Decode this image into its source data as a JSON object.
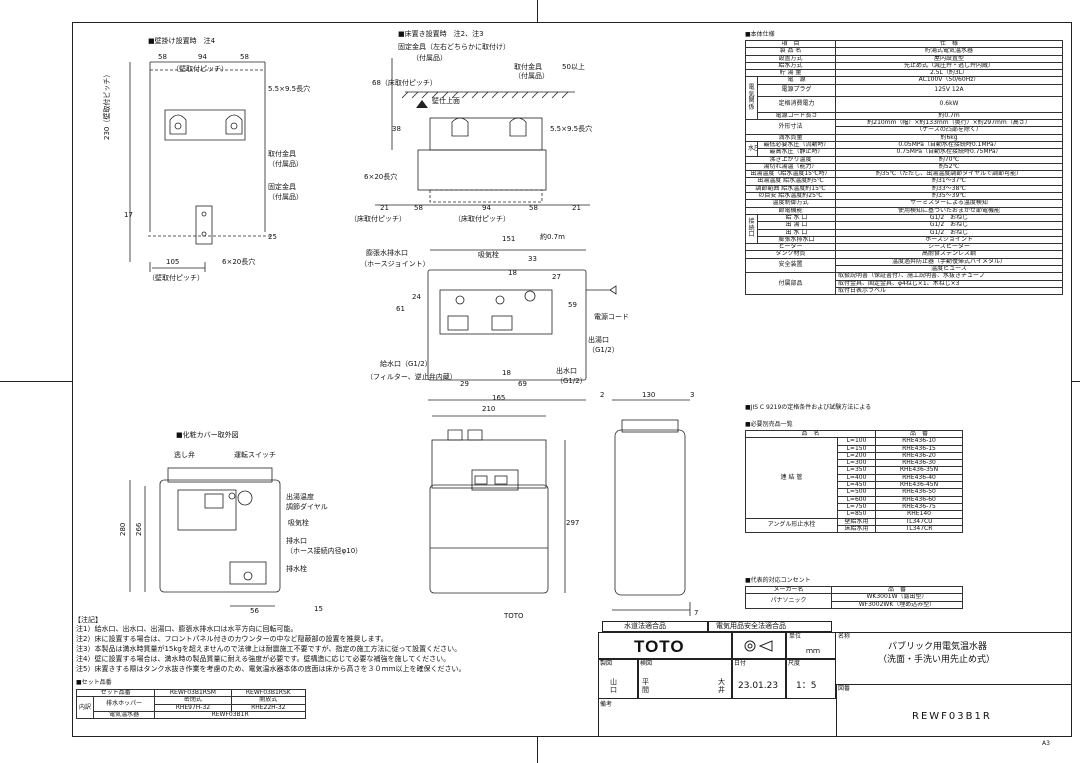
{
  "drawing": {
    "wall_title": "■壁掛け設置時　注4",
    "floor_title": "■床置き設置時　注2、注3",
    "cover_title": "■化粧カバー取外図",
    "dims": {
      "d58a": "58",
      "d94a": "94",
      "d58b": "58",
      "pitch1": "（壁取付ピッチ）",
      "hole1": "5.5×9.5長穴",
      "v230": "230（壁取付ピッチ）",
      "v17": "17",
      "v25": "25",
      "d105": "105",
      "hole2": "6×20長穴",
      "pitch2": "（壁取付ピッチ）",
      "bracket": "取付金具",
      "bracket2": "（付属品）",
      "fixbracket": "固定金具",
      "fixbracket2": "（付属品）",
      "f_fix": "固定金具（左右どちらかに取付け）",
      "f_fix2": "（付属品）",
      "f_bracket": "取付金具",
      "f_bracket2": "（付属品）",
      "f_50": "50以上",
      "f_68": "68（床取付ピッチ）",
      "f_38": "38",
      "f_top": "壁仕上面",
      "f_hole1": "5.5×9.5長穴",
      "f_hole2": "6×20長穴",
      "f21a": "21",
      "f58a": "58",
      "f94": "94",
      "f58b": "58",
      "f21b": "21",
      "f_pitch1": "（床取付ピッチ）",
      "f_pitch2": "（床取付ピッチ）",
      "d151": "151",
      "d_cord": "約0.7m",
      "exp_port": "膨張水排水口",
      "hose_joint": "（ホースジョイント）",
      "suction": "吸気栓",
      "d33": "33",
      "d18a": "18",
      "d27": "27",
      "d24": "24",
      "d61": "61",
      "d59": "59",
      "cord": "電源コード",
      "out1": "出湯口",
      "out1b": "（G1/2）",
      "in_port": "給水口（G1/2）",
      "in_port2": "（フィルター、逆止弁内蔵）",
      "out2": "出水口",
      "out2b": "（G1/2）",
      "d29": "29",
      "d18b": "18",
      "d69": "69",
      "d165": "165",
      "relief": "逃し弁",
      "switch": "運転スイッチ",
      "dial": "出湯温度",
      "dial2": "調節ダイヤル",
      "suction2": "吸気栓",
      "drain": "排水口",
      "drain2": "（ホース接続内径φ10）",
      "drainplug": "排水栓",
      "d280": "280",
      "d266": "266",
      "d56": "56",
      "d15": "15",
      "d210": "210",
      "d297": "297",
      "d2": "2",
      "d130": "130",
      "d3": "3",
      "d7": "7",
      "toto_mark": "TOTO"
    }
  },
  "notes": {
    "title": "【注記】",
    "items": [
      "注1）給水口、出水口、出湯口、膨張水排水口は水平方向に回転可能。",
      "注2）床に設置する場合は、フロントパネル付きのカウンターの中など隠蔽部の設置を推奨します。",
      "注3）本製品は満水時質量が15kgを超えませんので法律上は耐震施工不要ですが、指定の施工方法に従って設置ください。",
      "注4）壁に設置する場合は、満水時の製品質量に耐える強度が必要です。壁構造に応じて必要な補強を施してください。",
      "注5）床置きする際はタンク水抜き作業を考慮のため、電気温水器本体の底面は床から高さを３０ｍｍ以上を確保ください。"
    ]
  },
  "set": {
    "title": "■セット品番",
    "header": [
      "セット品番",
      "REWF03B1RSM",
      "REWF03B1RSK"
    ],
    "row_label": "内訳",
    "rows": [
      [
        "排水ホッパー",
        "密閉式",
        "開放式"
      ],
      [
        "",
        "RHE97H-32",
        "RHE22H-32"
      ],
      [
        "電気温水器",
        "REWF03B1R",
        ""
      ]
    ]
  },
  "spec": {
    "title": "■本体仕様",
    "header": [
      "項　目",
      "仕　様"
    ],
    "rows": [
      [
        "製 品 名",
        "貯湯式電気温水器"
      ],
      [
        "設置方式",
        "屋内設置型"
      ],
      [
        "給水方式",
        "先止め式（減圧弁・逃し弁内蔵）"
      ],
      [
        "貯 湯 量",
        "2.5L（約3L）"
      ],
      [
        "電　源",
        "AC100V（50/60Hz）"
      ],
      [
        "電源プラグ",
        "125V 12A"
      ],
      [
        "定格消費電力",
        "0.6kW"
      ],
      [
        "電源コード長さ",
        "約0.7m"
      ],
      [
        "外形寸法",
        "約210mm（幅）×約133mm（奥行）×約297mm（高さ）"
      ],
      [
        "",
        "（ケースの凸部を除く）"
      ],
      [
        "満水質量",
        "約6kg"
      ],
      [
        "最低必要水圧（流動時）",
        "0.05MPa（自動水栓接続時0.1MPa）"
      ],
      [
        "最高水圧（静止時）",
        "0.75MPa（自動水栓接続時0.75MPa）"
      ],
      [
        "沸き上がり温度",
        "約70℃"
      ],
      [
        "湯切れ湯温（能力）",
        "約52℃"
      ],
      [
        "出湯温度（給水温度15℃時）",
        "約35℃（ただし、出湯温度調節ダイヤルで調節可能）"
      ],
      [
        "出湯温度 給水温度約5℃",
        "約31～37℃"
      ],
      [
        "調節範囲 給水温度約15℃",
        "約33～38℃"
      ],
      [
        "の目安 給水温度約25℃",
        "約35～39℃"
      ],
      [
        "温度制御方式",
        "サーミスターによる温度検知"
      ],
      [
        "節電機能",
        "使用検知に基づいたおまかせ節電機能"
      ],
      [
        "給 水 口",
        "G1/2　おねじ"
      ],
      [
        "出 湯 口",
        "G1/2　おねじ"
      ],
      [
        "出 水 口",
        "G1/2　おねじ"
      ],
      [
        "膨張水排水口",
        "ホースジョイント"
      ],
      [
        "ヒーター",
        "シーズヒーター"
      ],
      [
        "タンク材質",
        "高耐食ステンレス鋼"
      ],
      [
        "安全装置",
        "温度過昇防止器（手動復帰式バイメタル）"
      ],
      [
        "",
        "温度ヒューズ"
      ],
      [
        "付属部品",
        "取扱説明書（保証書付）、施工説明書、水抜きチューブ"
      ],
      [
        "",
        "取付金具、固定金具、φ4ねじ×1、木ねじ×3"
      ],
      [
        "",
        "取付日表示ラベル"
      ]
    ],
    "side_labels": [
      "電気関係",
      "水圧",
      "接続口"
    ],
    "footnote": "■JIS C 9219の定格条件および試験方法による"
  },
  "parts": {
    "title": "■必要別売品一覧",
    "header": [
      "品　名",
      "品　番"
    ],
    "group": "連 結 管",
    "rows": [
      [
        "L=100",
        "RHE436-10"
      ],
      [
        "L=150",
        "RHE436-15"
      ],
      [
        "L=200",
        "RHE436-20"
      ],
      [
        "L=300",
        "RHE436-30"
      ],
      [
        "L=350",
        "RHE436-35N"
      ],
      [
        "L=400",
        "RHE436-40"
      ],
      [
        "L=450",
        "RHE436-45N"
      ],
      [
        "L=500",
        "RHE436-50"
      ],
      [
        "L=600",
        "RHE436-60"
      ],
      [
        "L=750",
        "RHE436-75"
      ],
      [
        "L=850",
        "RHE140"
      ]
    ],
    "valve_label": "アングル形止水栓",
    "valve_rows": [
      [
        "壁給水用",
        "TL347CU"
      ],
      [
        "床給水用",
        "TL347CR"
      ]
    ]
  },
  "outlet": {
    "title": "■代表的対応コンセント",
    "header": [
      "メーカー名",
      "品　番"
    ],
    "maker": "パナソニック",
    "rows": [
      "WK3001W（露出型）",
      "WF3002WK（埋め込み型）"
    ]
  },
  "titleblock": {
    "std1": "水道法適合品",
    "std2": "電気用品安全法適合品",
    "brand": "TOTO",
    "unit_label": "単位",
    "unit": "ｍｍ",
    "name_label": "名称",
    "name1": "パブリック用電気温水器",
    "name2": "（洗面・手洗い用先止め式）",
    "drawn_label": "製図",
    "check_label": "検図",
    "drawn": "山　口",
    "check": "平　間",
    "approved": "大　井",
    "date_label": "日付",
    "date": "23.01.23",
    "scale_label": "尺度",
    "scale": "1：5",
    "fig_label": "図番",
    "fig": "REWF03B1R",
    "remarks_label": "備考",
    "paper": "A3"
  }
}
